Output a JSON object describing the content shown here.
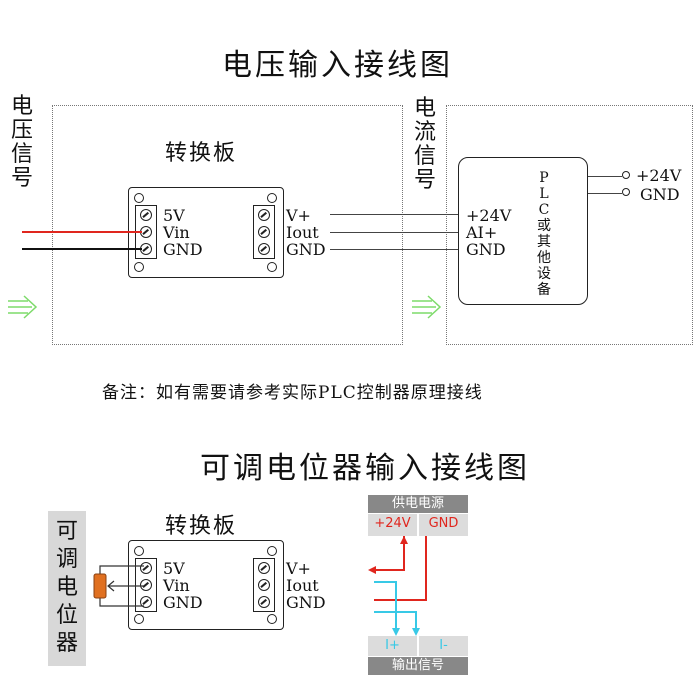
{
  "top": {
    "title": "电压输入接线图",
    "voltage_signal": [
      "电",
      "压",
      "信",
      "号"
    ],
    "current_signal": [
      "电",
      "流",
      "信",
      "号"
    ],
    "board_label": "转换板",
    "left_pins": [
      "5V",
      "Vin",
      "GND"
    ],
    "right_pins": [
      "V+",
      "Iout",
      "GND"
    ],
    "plc_pins": [
      "+24V",
      "AI+",
      "GND"
    ],
    "plc_label": [
      "P",
      "L",
      "C",
      "或",
      "其",
      "他",
      "设",
      "备"
    ],
    "power_pins": [
      "+24V",
      "GND"
    ],
    "note": "备注：如有需要请参考实际PLC控制器原理接线"
  },
  "bottom": {
    "title": "可调电位器输入接线图",
    "pot_label": [
      "可",
      "调",
      "电",
      "位",
      "器"
    ],
    "board_label": "转换板",
    "left_pins": [
      "5V",
      "Vin",
      "GND"
    ],
    "right_pins": [
      "V+",
      "Iout",
      "GND"
    ],
    "power_header": "供电电源",
    "power_plus": "+24V",
    "power_gnd": "GND",
    "out_plus": "I+",
    "out_minus": "I-",
    "out_header": "输出信号"
  },
  "colors": {
    "red_wire": "#e0261e",
    "cyan_wire": "#38c9e6",
    "green_arrow": "#7ddb6a",
    "pot_orange": "#e07020"
  }
}
